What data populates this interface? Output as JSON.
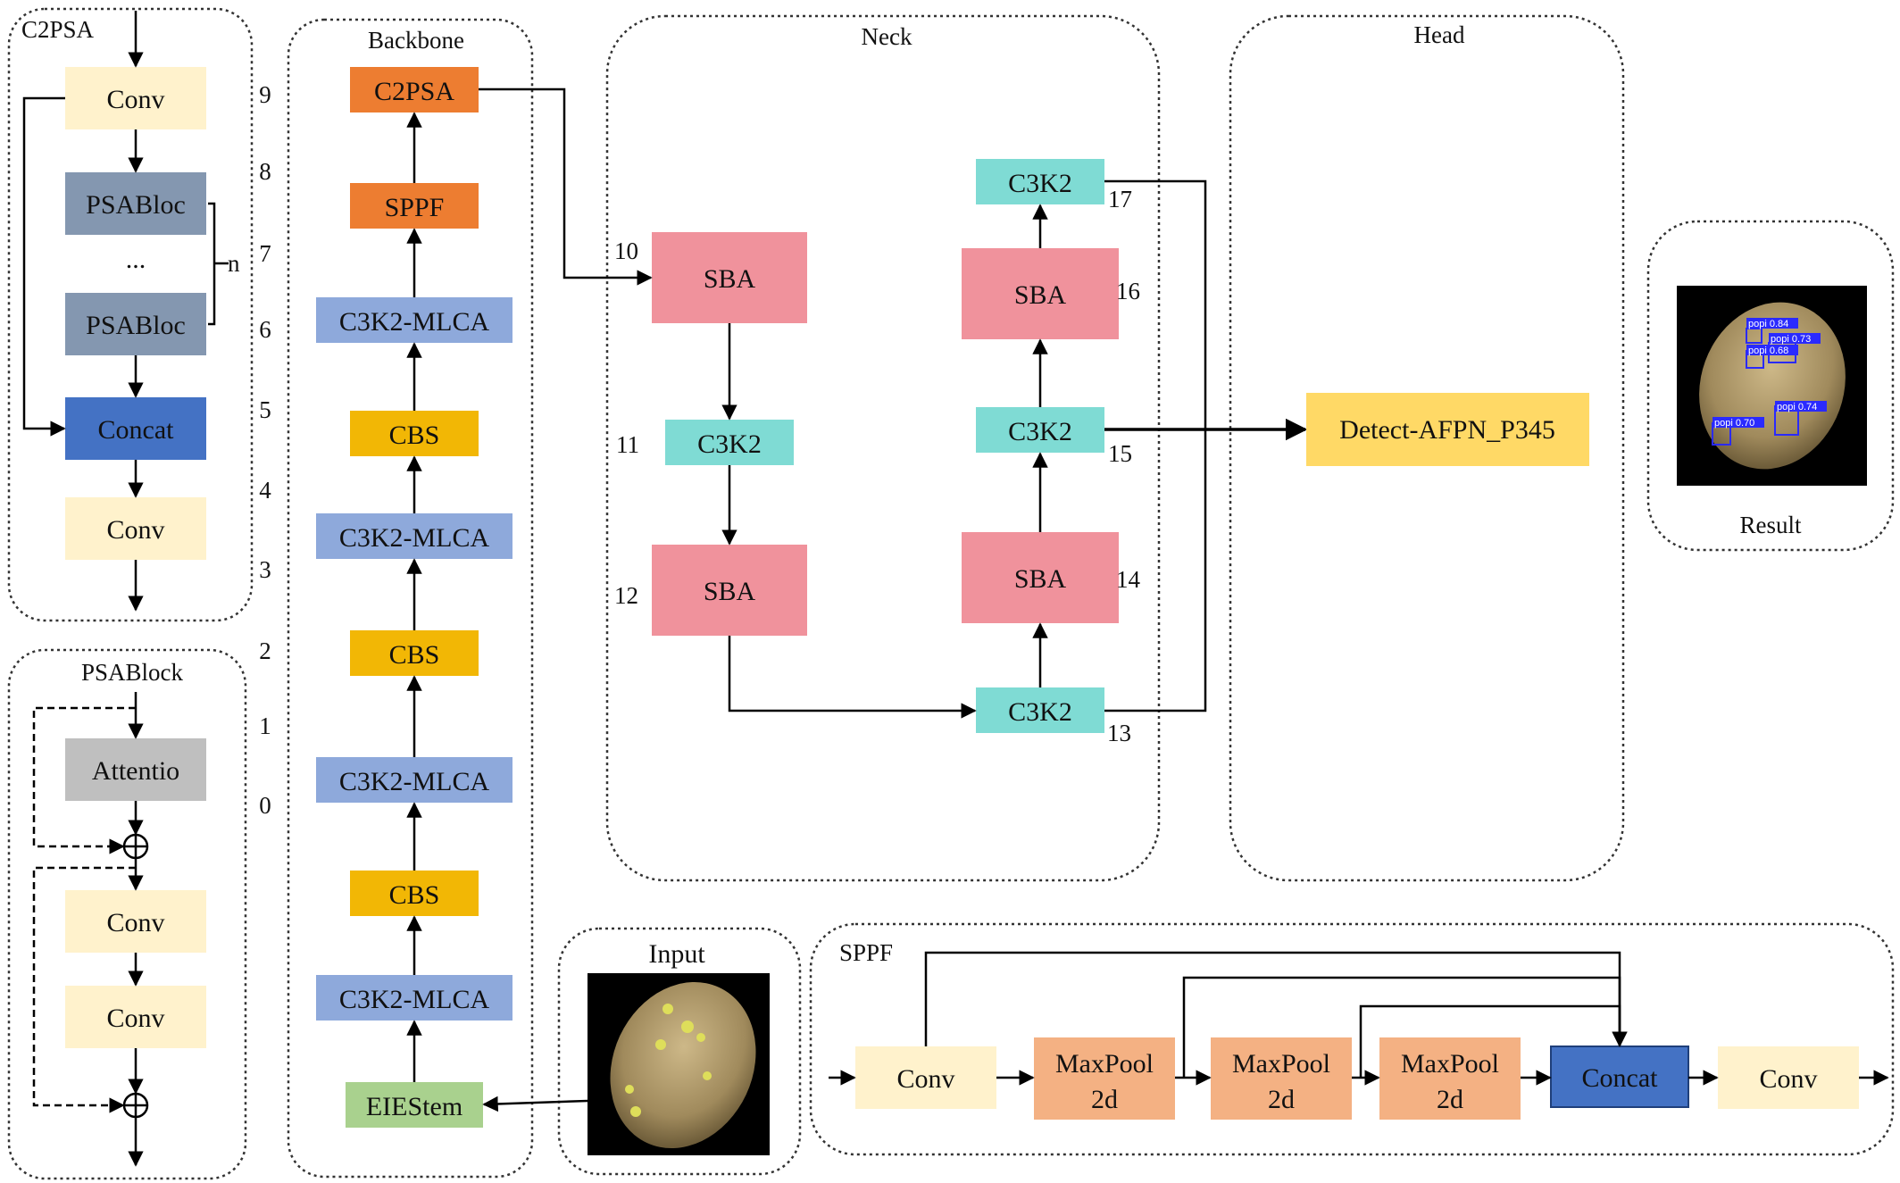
{
  "colors": {
    "conv": "#FFF2CC",
    "psab": "#8497B0",
    "concat": "#4472C4",
    "attn": "#BFBFBF",
    "c2psa": "#ED7D31",
    "c3k2mlca": "#8EA9DB",
    "cbs": "#F2B705",
    "eiestem": "#A9D18E",
    "sba": "#F0929C",
    "c3k2": "#7FDBD4",
    "detect": "#FFD966",
    "maxpool": "#F4B183"
  },
  "c2psa": {
    "title": "C2PSA",
    "conv_top": "Conv",
    "psab1": "PSABloc",
    "dots": "...",
    "psab2": "PSABloc",
    "concat": "Concat",
    "conv_bottom": "Conv",
    "repeat": "n"
  },
  "psablock": {
    "title": "PSABlock",
    "attention": "Attentio",
    "conv1": "Conv",
    "conv2": "Conv"
  },
  "layer_numbers": [
    "9",
    "8",
    "7",
    "6",
    "5",
    "4",
    "3",
    "2",
    "1",
    "0"
  ],
  "backbone": {
    "title": "Backbone",
    "c2psa": "C2PSA",
    "sppf": "SPPF",
    "c3k2mlca_4": "C3K2-MLCA",
    "cbs_3": "CBS",
    "c3k2mlca_3": "C3K2-MLCA",
    "cbs_2": "CBS",
    "c3k2mlca_2": "C3K2-MLCA",
    "cbs_1": "CBS",
    "c3k2mlca_1": "C3K2-MLCA",
    "eiestem": "EIEStem"
  },
  "neck": {
    "title": "Neck",
    "sba_10": "SBA",
    "n10": "10",
    "c3k2_11": "C3K2",
    "n11": "11",
    "sba_12": "SBA",
    "n12": "12",
    "c3k2_13": "C3K2",
    "n13": "13",
    "sba_14": "SBA",
    "n14": "14",
    "c3k2_15": "C3K2",
    "n15": "15",
    "sba_16": "SBA",
    "n16": "16",
    "c3k2_17": "C3K2",
    "n17": "17"
  },
  "head": {
    "title": "Head",
    "detect": "Detect-AFPN_P345"
  },
  "result": {
    "title": "Result",
    "detections": [
      "popi 0.84",
      "popi 0.73",
      "popi 0.68",
      "popi 0.74",
      "popi 0.70"
    ]
  },
  "input": {
    "title": "Input"
  },
  "sppf": {
    "title": "SPPF",
    "conv_in": "Conv",
    "maxpool": [
      "MaxPool",
      "2d"
    ],
    "concat": "Concat",
    "conv_out": "Conv"
  }
}
